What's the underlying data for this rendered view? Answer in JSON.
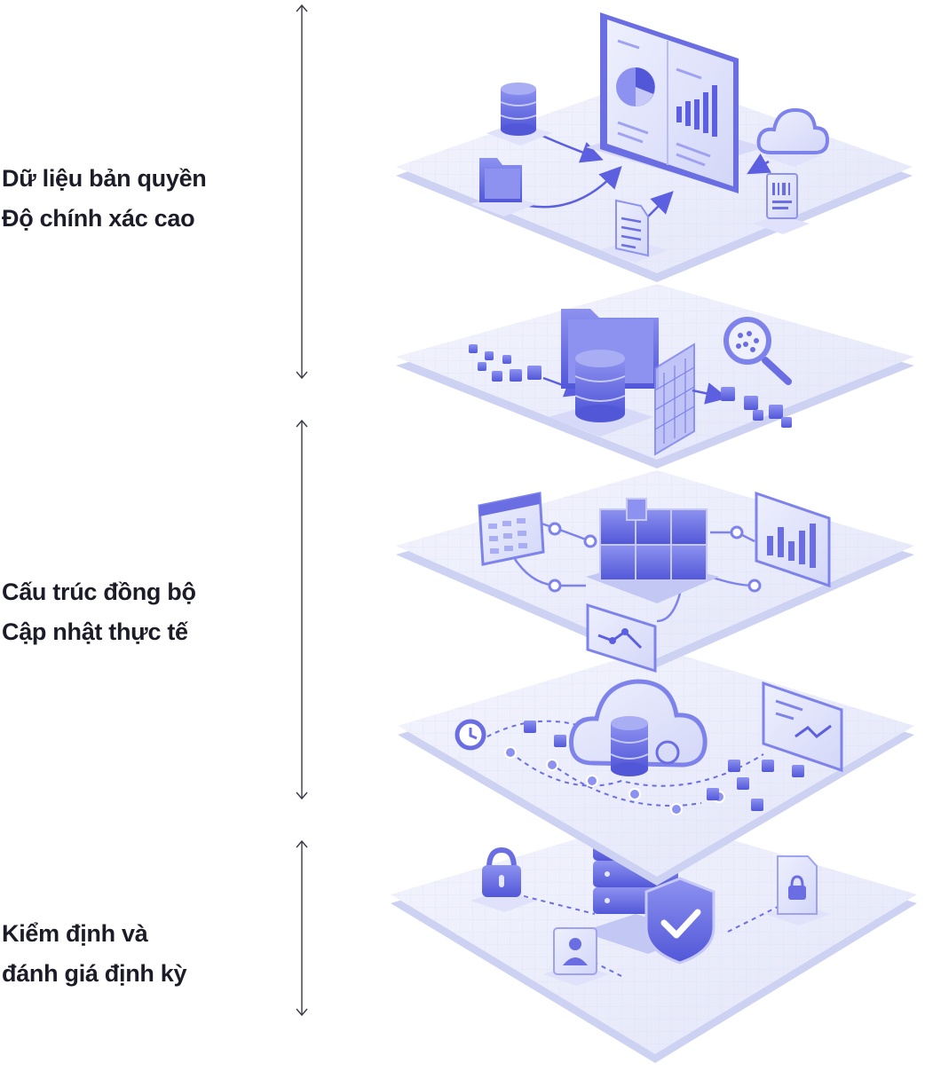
{
  "sections": [
    {
      "line1": "Dữ liệu bản quyền",
      "line2": "Độ chính xác cao"
    },
    {
      "line1": "Cấu trúc đồng bộ",
      "line2": "Cập nhật thực tế"
    },
    {
      "line1": "Kiểm định và",
      "line2": "đánh giá  định kỳ"
    }
  ],
  "layers": [
    {
      "theme": "analytics-dashboard"
    },
    {
      "theme": "data-processing"
    },
    {
      "theme": "data-structure"
    },
    {
      "theme": "cloud-sync"
    },
    {
      "theme": "security-audit"
    }
  ],
  "colors": {
    "text": "#1c1c28",
    "arrow": "#3a3a48",
    "accent": "#5b5fe0",
    "accent_light": "#a9adf4",
    "platform_top": "#eceefb",
    "platform_side": "#cdd1f2"
  }
}
